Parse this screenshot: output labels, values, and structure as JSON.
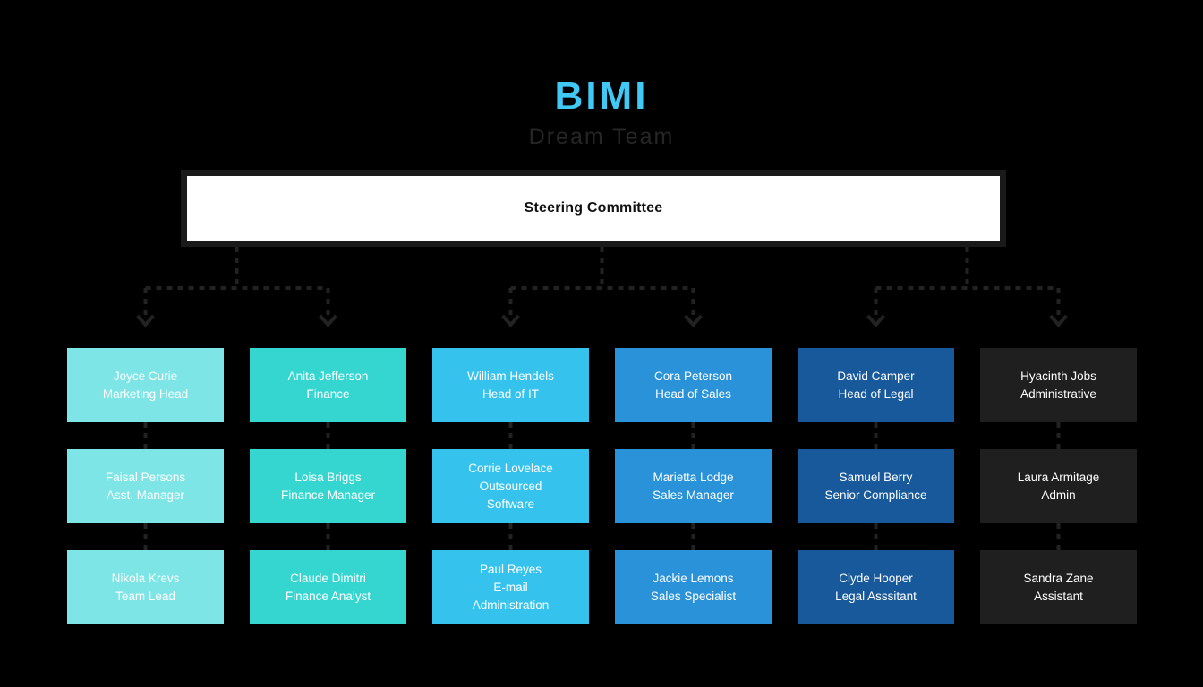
{
  "header": {
    "title": "BIMI",
    "subtitle": "Dream Team",
    "title_color": "#3FC9F4",
    "subtitle_color": "#262626"
  },
  "root": {
    "label": "Steering Committee",
    "background": "#FFFFFF",
    "border_color": "#1A1A1A",
    "text_color": "#111111"
  },
  "connector": {
    "color": "#222222",
    "style": "dashed",
    "arrow": "chevron-down"
  },
  "columns": [
    {
      "name": "marketing",
      "color": "#7DE5E5",
      "cards": [
        {
          "lines": [
            "Joyce Curie",
            "Marketing Head"
          ]
        },
        {
          "lines": [
            "Faisal Persons",
            "Asst. Manager"
          ]
        },
        {
          "lines": [
            "Nikola Krevs",
            "Team Lead"
          ]
        }
      ]
    },
    {
      "name": "finance",
      "color": "#35D6D0",
      "cards": [
        {
          "lines": [
            "Anita Jefferson",
            "Finance"
          ]
        },
        {
          "lines": [
            "Loisa Briggs",
            "Finance Manager"
          ]
        },
        {
          "lines": [
            "Claude Dimitri",
            "Finance Analyst"
          ]
        }
      ]
    },
    {
      "name": "it",
      "color": "#35C3EE",
      "cards": [
        {
          "lines": [
            "William Hendels",
            "Head of IT"
          ]
        },
        {
          "lines": [
            "Corrie Lovelace",
            "Outsourced",
            "Software"
          ]
        },
        {
          "lines": [
            "Paul Reyes",
            "E-mail",
            "Administration"
          ]
        }
      ]
    },
    {
      "name": "sales",
      "color": "#2A92D8",
      "cards": [
        {
          "lines": [
            "Cora Peterson",
            "Head of Sales"
          ]
        },
        {
          "lines": [
            "Marietta Lodge",
            "Sales Manager"
          ]
        },
        {
          "lines": [
            "Jackie Lemons",
            "Sales Specialist"
          ]
        }
      ]
    },
    {
      "name": "legal",
      "color": "#17599B",
      "cards": [
        {
          "lines": [
            "David Camper",
            "Head of Legal"
          ]
        },
        {
          "lines": [
            "Samuel Berry",
            "Senior Compliance"
          ]
        },
        {
          "lines": [
            "Clyde Hooper",
            "Legal Asssitant"
          ]
        }
      ]
    },
    {
      "name": "administrative",
      "color": "#1F1F1F",
      "cards": [
        {
          "lines": [
            "Hyacinth Jobs",
            "Administrative"
          ]
        },
        {
          "lines": [
            "Laura Armitage",
            "Admin"
          ]
        },
        {
          "lines": [
            "Sandra Zane",
            "Assistant"
          ]
        }
      ]
    }
  ]
}
